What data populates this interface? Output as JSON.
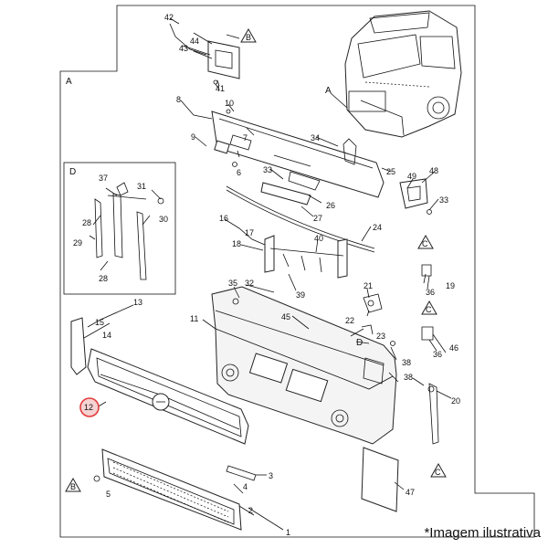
{
  "view_labels": {
    "a1": "A",
    "a2": "A",
    "d1": "D",
    "d2": "D"
  },
  "ref_marks": [
    "B",
    "B",
    "C",
    "C",
    "C"
  ],
  "callouts": [
    "1",
    "2",
    "3",
    "4",
    "5",
    "6",
    "7",
    "8",
    "9",
    "10",
    "11",
    "12",
    "13",
    "14",
    "15",
    "16",
    "17",
    "18",
    "19",
    "20",
    "21",
    "22",
    "23",
    "24",
    "25",
    "26",
    "27",
    "28",
    "28",
    "29",
    "30",
    "31",
    "32",
    "33",
    "33",
    "34",
    "35",
    "36",
    "36",
    "37",
    "38",
    "38",
    "39",
    "40",
    "41",
    "42",
    "43",
    "44",
    "45",
    "46",
    "47",
    "48",
    "49"
  ],
  "highlighted_callout": "12",
  "highlight_color": "#e23b3b",
  "caption": "*Imagem ilustrativa"
}
